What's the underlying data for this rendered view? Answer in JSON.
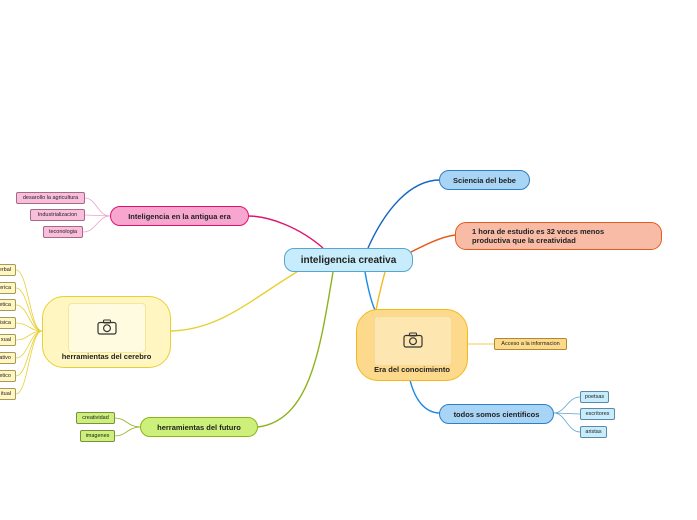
{
  "center": {
    "label": "inteligencia creativa"
  },
  "topics": {
    "ciencia_bebe": {
      "label": "Sciencia del bebe"
    },
    "estudio": {
      "label": "1 hora de estudio es 32 veces menos productiva que la creatividad"
    },
    "era_conocimiento": {
      "label": "Era del conocimiento",
      "children": [
        "Acceso a la informacion"
      ]
    },
    "cientificos": {
      "label": "todos somos cientificos",
      "children": [
        "poetsas",
        "escritores",
        "aristas"
      ]
    },
    "antigua_era": {
      "label": "Inteligencia en la antigua era",
      "children": [
        "desarollo la agricultura",
        "Industrializacion",
        "teconologia"
      ]
    },
    "cerebro": {
      "label": "herramientas del cerebro",
      "children": [
        "erbal",
        "erica",
        "etica",
        "isica",
        "xual",
        "ativo",
        "etico",
        "itual"
      ]
    },
    "futuro": {
      "label": "herramientas del futuro",
      "children": [
        "creatividad",
        "imagenes"
      ]
    }
  },
  "colors": {
    "blue": "#1565c0",
    "orange_red": "#e85a1c",
    "gold": "#f3b81a",
    "pink": "#e0126e",
    "yellow": "#e8d032",
    "green": "#8cb31a"
  },
  "icons": {
    "image_placeholder": "camera-icon"
  }
}
